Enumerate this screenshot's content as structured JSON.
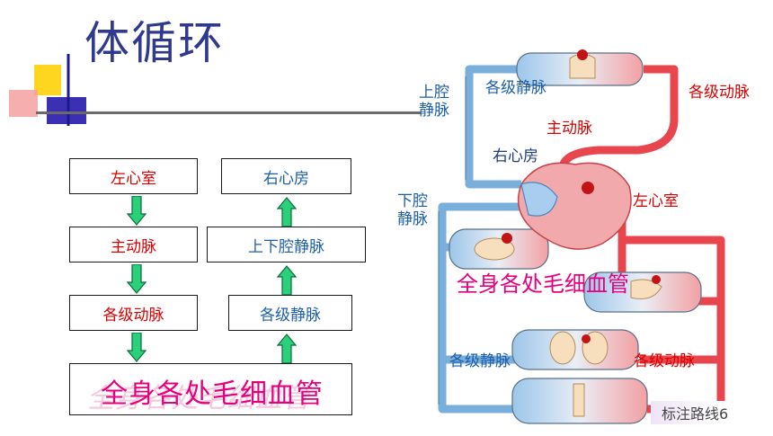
{
  "title": "体循环",
  "flow_left": {
    "boxes": [
      "左心室",
      "主动脉",
      "各级动脉",
      "全身各处毛细血管"
    ]
  },
  "flow_right": {
    "boxes": [
      "右心房",
      "上下腔静脉",
      "各级静脉"
    ]
  },
  "diagram": {
    "labels": {
      "superior_vena_cava": "上腔\n静脉",
      "veins_top": "各级静脉",
      "arteries_top": "各级动脉",
      "aorta": "主动脉",
      "right_atrium": "右心房",
      "inferior_vena_cava": "下腔\n静脉",
      "left_ventricle": "左心室",
      "capillaries": "全身各处毛细血管",
      "veins_bottom": "各级静脉",
      "arteries_bottom": "各级动脉"
    }
  },
  "footer_tag": "标注路线6",
  "colors": {
    "artery": "#e8454c",
    "vein": "#6fa8d8",
    "arrow": "#2bd07a",
    "title": "#2f3a8f"
  }
}
